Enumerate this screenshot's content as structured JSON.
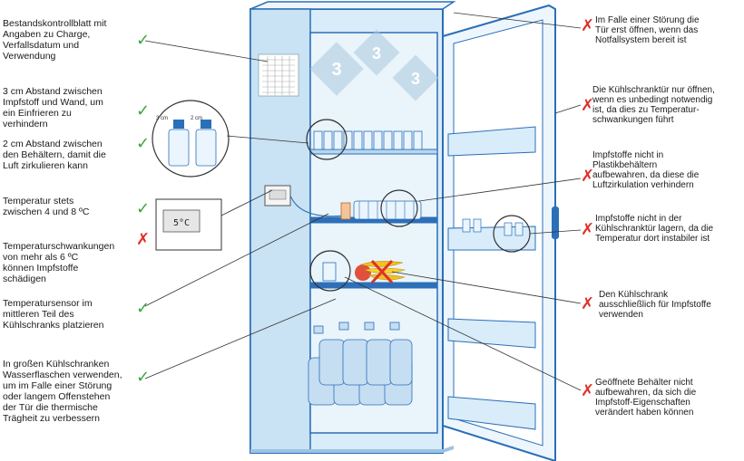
{
  "colors": {
    "ok": "#3aa63a",
    "bad": "#e0302a",
    "fridge_outline": "#2a6fb8",
    "fridge_fill": "#e4f1fb"
  },
  "icons": {
    "ok": "check-icon",
    "bad": "cross-icon"
  },
  "display_text": "5°C",
  "watermark": "3",
  "ruler_labels": [
    "3 cm",
    "2 cm"
  ],
  "left_notes": [
    {
      "text": "Bestandskontrollblatt mit\nAngaben zu Charge,\nVerfallsdatum und\nVerwendung",
      "status": "ok"
    },
    {
      "text": "3 cm Abstand zwischen\nImpfstoff und Wand, um\nein Einfrieren zu\nverhindern",
      "status": "ok"
    },
    {
      "text": "2 cm Abstand zwischen\nden Behältern, damit die\nLuft zirkulieren kann",
      "status": "ok"
    },
    {
      "text": "Temperatur stets\nzwischen 4 und 8 ºC",
      "status": "ok"
    },
    {
      "text": "Temperaturschwankungen\nvon mehr als 6 ºC\nkönnen Impfstoffe\nschädigen",
      "status": "bad"
    },
    {
      "text": "Temperatursensor im\nmittleren Teil des\nKühlschranks platzieren",
      "status": "ok"
    },
    {
      "text": "In großen Kühlschranken\nWasserflaschen verwenden,\num im Falle einer Störung\noder langem Offenstehen\nder Tür die thermische\nTrägheit zu verbessern",
      "status": "ok"
    }
  ],
  "right_notes": [
    {
      "text": "Im Falle einer Störung die\nTür erst öffnen, wenn das\nNotfallsystem bereit ist",
      "status": "bad"
    },
    {
      "text": "Die Kühlschranktür nur öffnen,\nwenn es unbedingt notwendig\nist, da dies zu Temperatur-\nschwankungen führt",
      "status": "bad"
    },
    {
      "text": "Impfstoffe nicht in\nPlastikbehältern\naufbewahren, da diese die\nLuftzirkulation verhindern",
      "status": "bad"
    },
    {
      "text": "Impfstoffe nicht in der\nKühlschranktür lagern, da die\nTemperatur dort instabiler ist",
      "status": "bad"
    },
    {
      "text": "Den Kühlschrank\nausschließlich für Impfstoffe\nverwenden",
      "status": "bad"
    },
    {
      "text": "Geöffnete Behälter nicht\naufbewahren, da sich die\nImpfstoff-Eigenschaften\nverändert haben können",
      "status": "bad"
    }
  ]
}
